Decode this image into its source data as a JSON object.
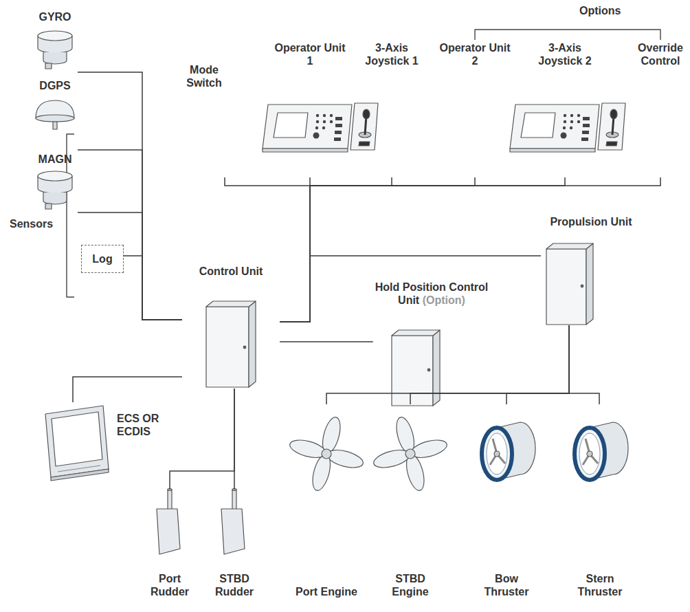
{
  "diagram": {
    "nodes": [
      {
        "text": [
          "GYRO"
        ]
      },
      {
        "text": [
          "DGPS"
        ]
      },
      {
        "text": [
          "MAGN"
        ]
      },
      {
        "text": [
          "Log"
        ]
      },
      {
        "text": [
          "Mode Switch"
        ]
      },
      {
        "text": [
          "Operator Unit 1"
        ]
      },
      {
        "text": [
          "3-Axis Joystick 1"
        ]
      },
      {
        "text": [
          "Operator Unit 2"
        ]
      },
      {
        "text": [
          "3-Axis Joystick 2"
        ]
      },
      {
        "text": [
          "Override Control"
        ]
      },
      {
        "text": [
          "Control Unit"
        ]
      },
      {
        "text": [
          "Hold Position Control Unit",
          "(Option)"
        ]
      },
      {
        "text": [
          "Propulsion Unit"
        ]
      },
      {
        "text": [
          "ECS OR ECDIS"
        ]
      },
      {
        "text": [
          "Port Rudder"
        ]
      },
      {
        "text": [
          "STBD Rudder"
        ]
      },
      {
        "text": [
          "Port Engine"
        ]
      },
      {
        "text": [
          "STBD Engine"
        ]
      },
      {
        "text": [
          "Bow Thruster"
        ]
      },
      {
        "text": [
          "Stern Thruster"
        ]
      }
    ],
    "edges": [
      {
        "from": 0,
        "to": 10,
        "arrow": "none"
      },
      {
        "from": 1,
        "to": 10,
        "arrow": "none"
      },
      {
        "from": 2,
        "to": 10,
        "arrow": "none"
      },
      {
        "from": 3,
        "to": 10,
        "arrow": "none"
      },
      {
        "from": 4,
        "to": 10,
        "arrow": "none"
      },
      {
        "from": 5,
        "to": 10,
        "arrow": "none"
      },
      {
        "from": 6,
        "to": 10,
        "arrow": "none"
      },
      {
        "from": 7,
        "to": 10,
        "arrow": "none"
      },
      {
        "from": 8,
        "to": 10,
        "arrow": "none"
      },
      {
        "from": 9,
        "to": 10,
        "arrow": "none"
      },
      {
        "from": 10,
        "to": 12,
        "arrow": "none"
      },
      {
        "from": 10,
        "to": 11,
        "arrow": "none"
      },
      {
        "from": 10,
        "to": 13,
        "arrow": "none"
      },
      {
        "from": 10,
        "to": 14,
        "arrow": "none"
      },
      {
        "from": 10,
        "to": 15,
        "arrow": "none"
      },
      {
        "from": 12,
        "to": 16,
        "arrow": "none"
      },
      {
        "from": 12,
        "to": 17,
        "arrow": "none"
      },
      {
        "from": 12,
        "to": 18,
        "arrow": "none"
      },
      {
        "from": 12,
        "to": 19,
        "arrow": "none"
      }
    ],
    "labels": [
      "Options",
      "Sensors"
    ]
  }
}
